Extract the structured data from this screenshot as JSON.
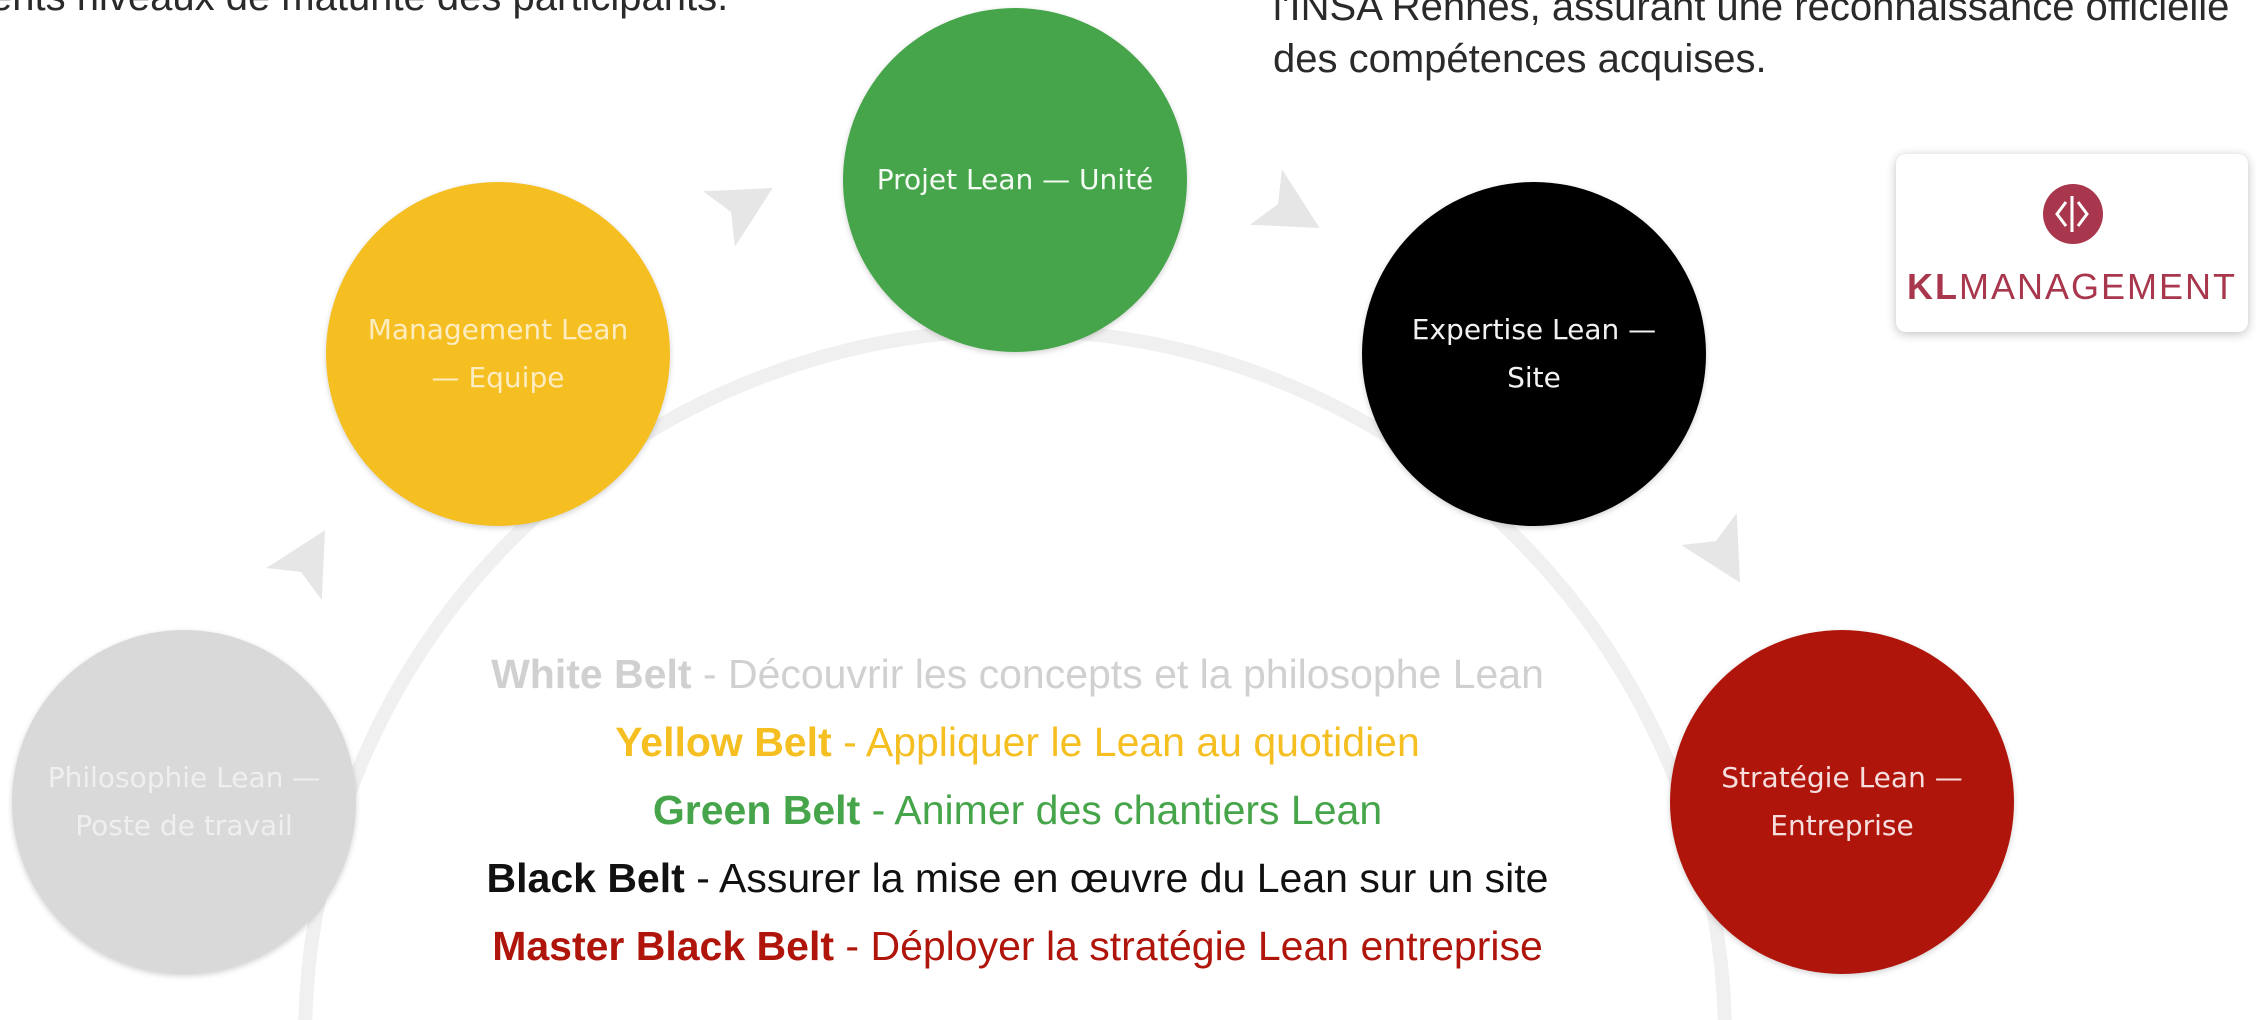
{
  "intro": {
    "left_text": "ents niveaux de maturité des participants.",
    "right_line1": "l'INSA Rennes, assurant une reconnaissance officielle",
    "right_line2": "des compétences acquises."
  },
  "circles": [
    {
      "label": "Philosophie Lean — Poste de travail",
      "color": "#d9d9d9"
    },
    {
      "label": "Management Lean — Equipe",
      "color": "#f5bf22"
    },
    {
      "label": "Projet Lean — Unité",
      "color": "#46a54a"
    },
    {
      "label": "Expertise Lean — Site",
      "color": "#000000"
    },
    {
      "label": "Stratégie Lean — Entreprise",
      "color": "#b0150b"
    }
  ],
  "belts": [
    {
      "name": "White Belt",
      "description": "- Découvrir les concepts et la philosophe Lean",
      "color": "#d0d0d0"
    },
    {
      "name": "Yellow Belt",
      "description": "- Appliquer le Lean au quotidien",
      "color": "#f5bf22"
    },
    {
      "name": "Green Belt",
      "description": "- Animer des chantiers Lean",
      "color": "#46a54a"
    },
    {
      "name": "Black Belt",
      "description": "- Assurer la mise en œuvre du Lean sur un site",
      "color": "#111111"
    },
    {
      "name": "Master Black Belt",
      "description": "- Déployer la stratégie Lean entreprise",
      "color": "#b0150b"
    }
  ],
  "logo": {
    "text_bold": "KL",
    "text_light": "MANAGEMENT",
    "bold_color": "#a8364d",
    "light_color": "#a8364d",
    "mark_color": "#a8364d",
    "mark_icon": "kl-monogram-icon"
  },
  "colors": {
    "arc": "#f0f0f0",
    "arrow": "#e6e6e6"
  }
}
